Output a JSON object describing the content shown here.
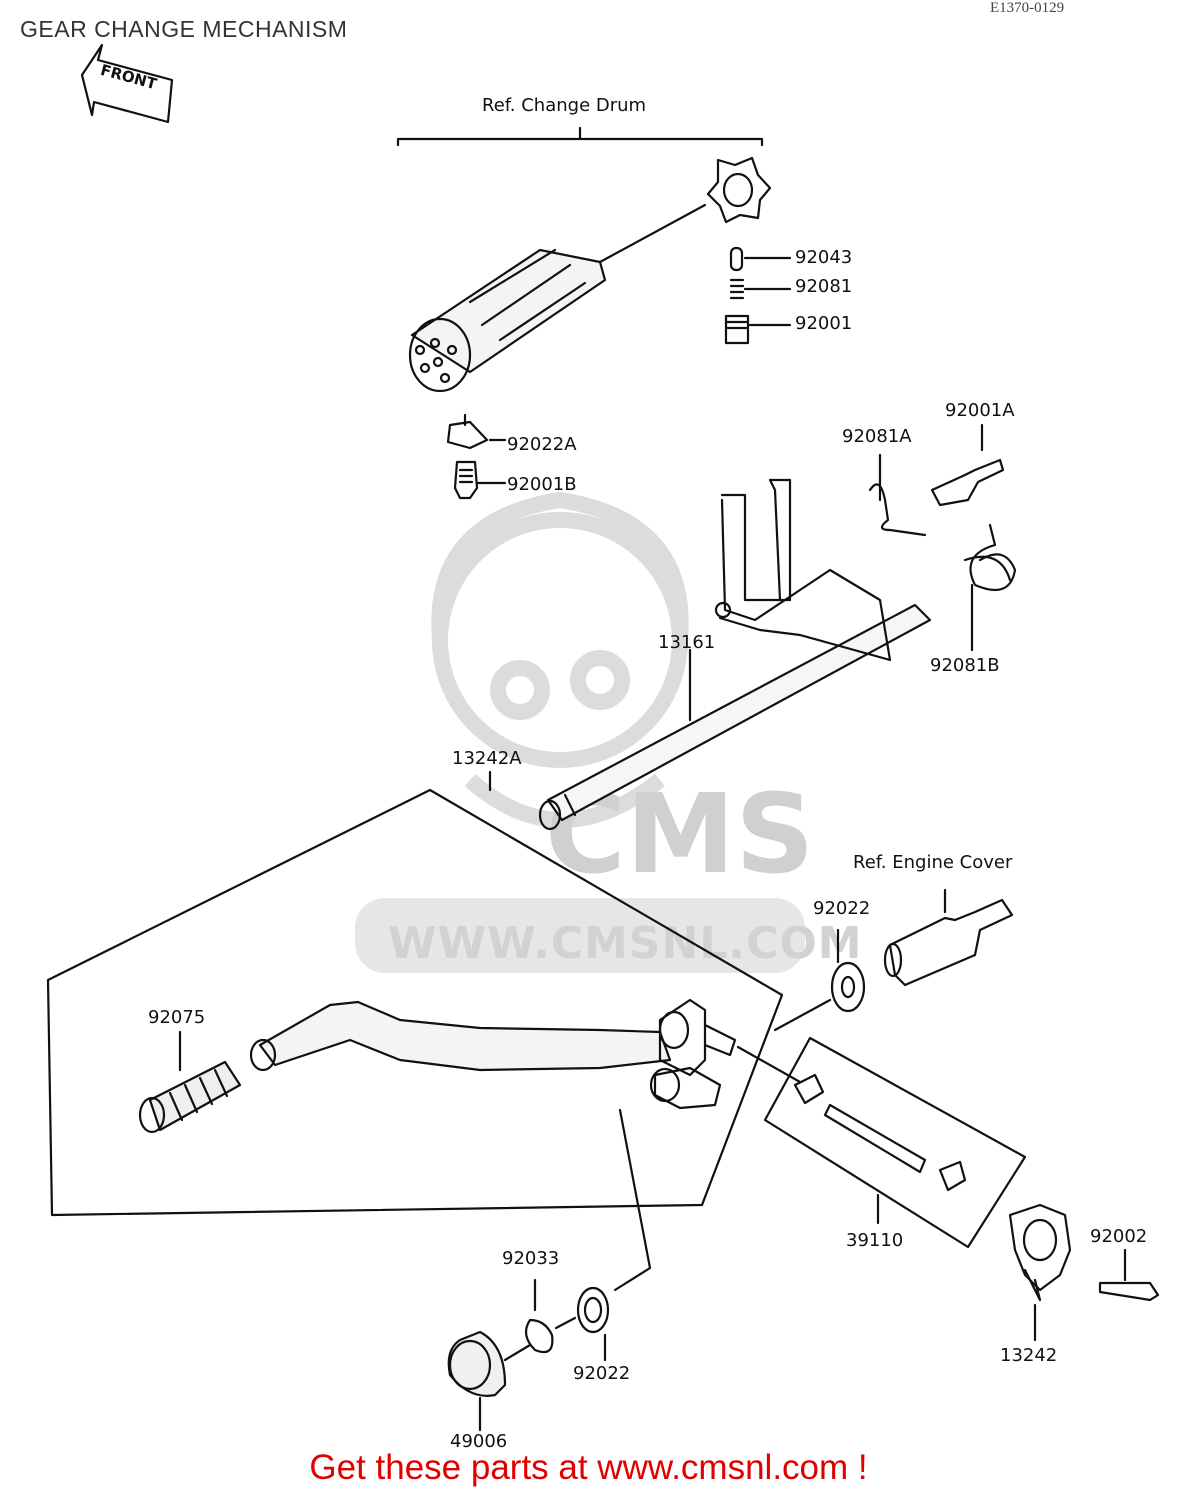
{
  "title": "GEAR CHANGE MECHANISM",
  "diagram_code": "E1370-0129",
  "front_arrow_label": "FRONT",
  "references": {
    "change_drum": "Ref.  Change Drum",
    "engine_cover": "Ref. Engine Cover"
  },
  "parts": {
    "p92043": "92043",
    "p92081": "92081",
    "p92001": "92001",
    "p92022A": "92022A",
    "p92001B": "92001B",
    "p92081A": "92081A",
    "p92001A": "92001A",
    "p92081B": "92081B",
    "p13161": "13161",
    "p13242A": "13242A",
    "p92022_upper": "92022",
    "p92075": "92075",
    "p39110": "39110",
    "p92002": "92002",
    "p13242": "13242",
    "p92033": "92033",
    "p92022_lower": "92022",
    "p49006": "49006"
  },
  "watermark": {
    "logo": "CMS",
    "url": "WWW.CMSNL.COM"
  },
  "footer": "Get these parts at www.cmsnl.com !"
}
